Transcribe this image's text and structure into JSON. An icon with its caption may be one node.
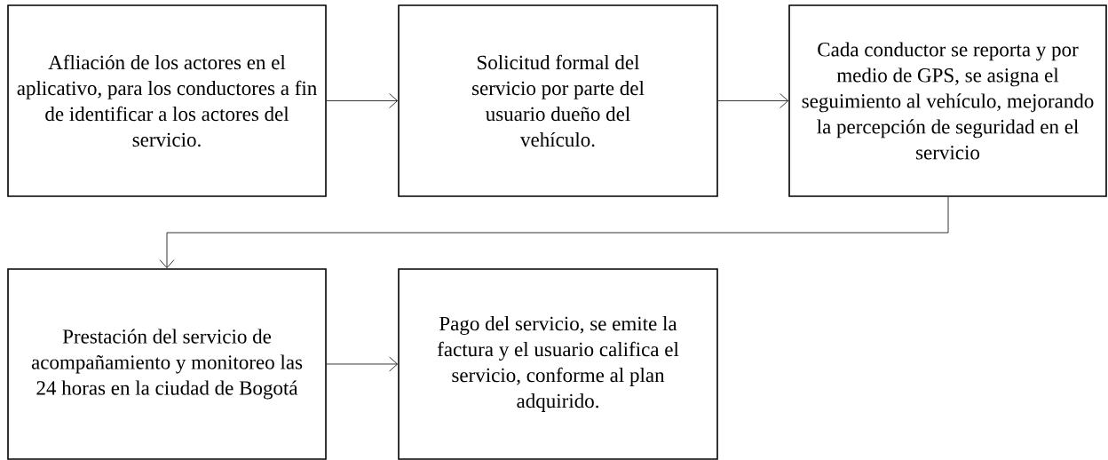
{
  "diagram": {
    "nodes": [
      {
        "text": [
          "Afliación de los actores en el aplicativo, para los conductores a fin de identificar a los actores del servicio."
        ]
      },
      {
        "text": [
          "Solicitud formal del servicio por parte del usuario dueño del vehículo."
        ]
      },
      {
        "text": [
          "Cada conductor se reporta y por medio de GPS, se asigna el seguimiento al vehículo, mejorando la percepción de seguridad en el servicio"
        ]
      },
      {
        "text": [
          "Prestación del servicio de acompañamiento y monitoreo las 24 horas en la ciudad de Bogotá"
        ]
      },
      {
        "text": [
          "Pago del servicio, se emite la factura y el usuario califica el servicio, conforme al plan adquirido."
        ]
      }
    ],
    "edges": [
      {
        "from": 0,
        "to": 1,
        "arrow": "to"
      },
      {
        "from": 1,
        "to": 2,
        "arrow": "to"
      },
      {
        "from": 2,
        "to": 3,
        "arrow": "to"
      },
      {
        "from": 3,
        "to": 4,
        "arrow": "to"
      }
    ]
  }
}
